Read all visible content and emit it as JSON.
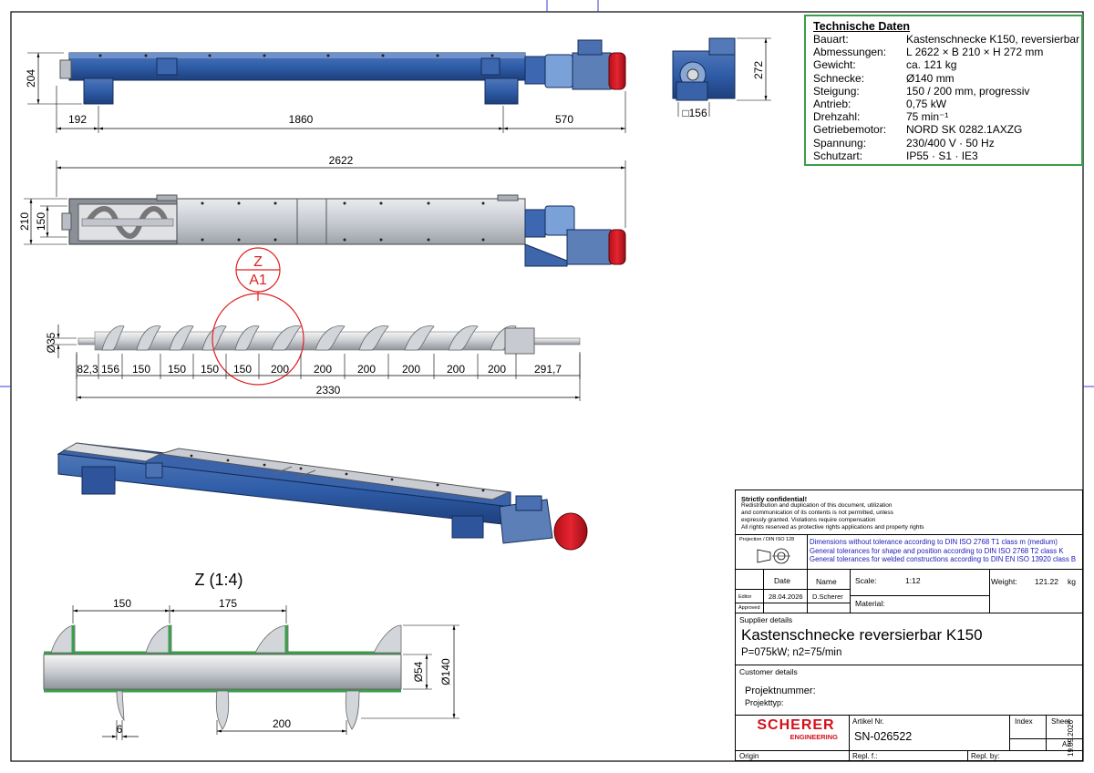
{
  "technical_data": {
    "title": "Technische Daten",
    "rows": [
      {
        "key": "Bauart:",
        "value": "Kastenschnecke K150, reversierbar"
      },
      {
        "key": "Abmessungen:",
        "value": "L 2622 × B 210 × H 272 mm"
      },
      {
        "key": "Gewicht:",
        "value": "ca. 121 kg"
      },
      {
        "key": "Schnecke:",
        "value": "Ø140 mm"
      },
      {
        "key": "Steigung:",
        "value": "150 / 200 mm, progressiv"
      },
      {
        "key": "Antrieb:",
        "value": "0,75 kW"
      },
      {
        "key": "Drehzahl:",
        "value": "75 min⁻¹"
      },
      {
        "key": "Getriebemotor:",
        "value": "NORD SK 0282.1AXZG"
      },
      {
        "key": "Spannung:",
        "value": "230/400 V · 50 Hz"
      },
      {
        "key": "Schutzart:",
        "value": "IP55 · S1 · IE3"
      }
    ]
  },
  "views": {
    "side": {
      "height": "204",
      "dim_left": "192",
      "dim_mid": "1860",
      "dim_right": "570"
    },
    "end": {
      "height": "272",
      "width": "□156"
    },
    "top": {
      "length": "2622",
      "w1": "210",
      "w2": "150"
    },
    "detail_callout": {
      "letter": "Z",
      "ref": "A1"
    },
    "screw": {
      "shaft": "Ø35",
      "pitches": [
        "82,3",
        "156",
        "150",
        "150",
        "150",
        "150",
        "200",
        "200",
        "200",
        "200",
        "200",
        "200",
        "291,7"
      ],
      "total": "2330"
    },
    "detail": {
      "title": "Z (1:4)",
      "d1": "150",
      "d2": "175",
      "d3": "200",
      "d4": "6",
      "shaft": "Ø54",
      "outer": "Ø140"
    }
  },
  "title_block": {
    "confidential_title": "Strictly confidential!",
    "confidential_lines": [
      "Redistribution and duplication of this document, utilization",
      "and communication of its contents is not permitted, unless",
      "expressly granted. Violations require compensation",
      "All rights reserved as protective rights applications and property rights"
    ],
    "projection": "Projection / DIN ISO 128",
    "tolerances": [
      "Dimensions without tolerance according to DIN ISO 2768 T1 class m (medium)",
      "General tolerances for shape and position according to DIN ISO 2768 T2 class K",
      "General tolerances for welded constructions according to DIN EN ISO 13920 class B"
    ],
    "col_date": "Date",
    "col_name": "Name",
    "scale_label": "Scale:",
    "scale_value": "1:12",
    "weight_label": "Weight:",
    "weight_value": "121.22",
    "weight_unit": "kg",
    "editor_label": "Editor",
    "editor_date": "28.04.2026",
    "editor_name": "D.Scherer",
    "approved_label": "Approved",
    "material_label": "Material:",
    "supplier_label": "Supplier details",
    "main_title": "Kastenschnecke reversierbar  K150",
    "sub_title": "P=075kW; n2=75/min",
    "customer_label": "Customer details",
    "project_no": "Projektnummer:",
    "project_type": "Projekttyp:",
    "logo_name": "SCHERER",
    "logo_sub": "ENGINEERING",
    "article_label": "Artikel Nr.",
    "article_value": "SN-026522",
    "index_label": "Index",
    "sheet_label": "Sheet",
    "sheet_value": "A3",
    "origin_label": "Origin",
    "repl_f": "Repl. f.:",
    "repl_by": "Repl. by:",
    "date_stamp": "19.09.2026"
  }
}
